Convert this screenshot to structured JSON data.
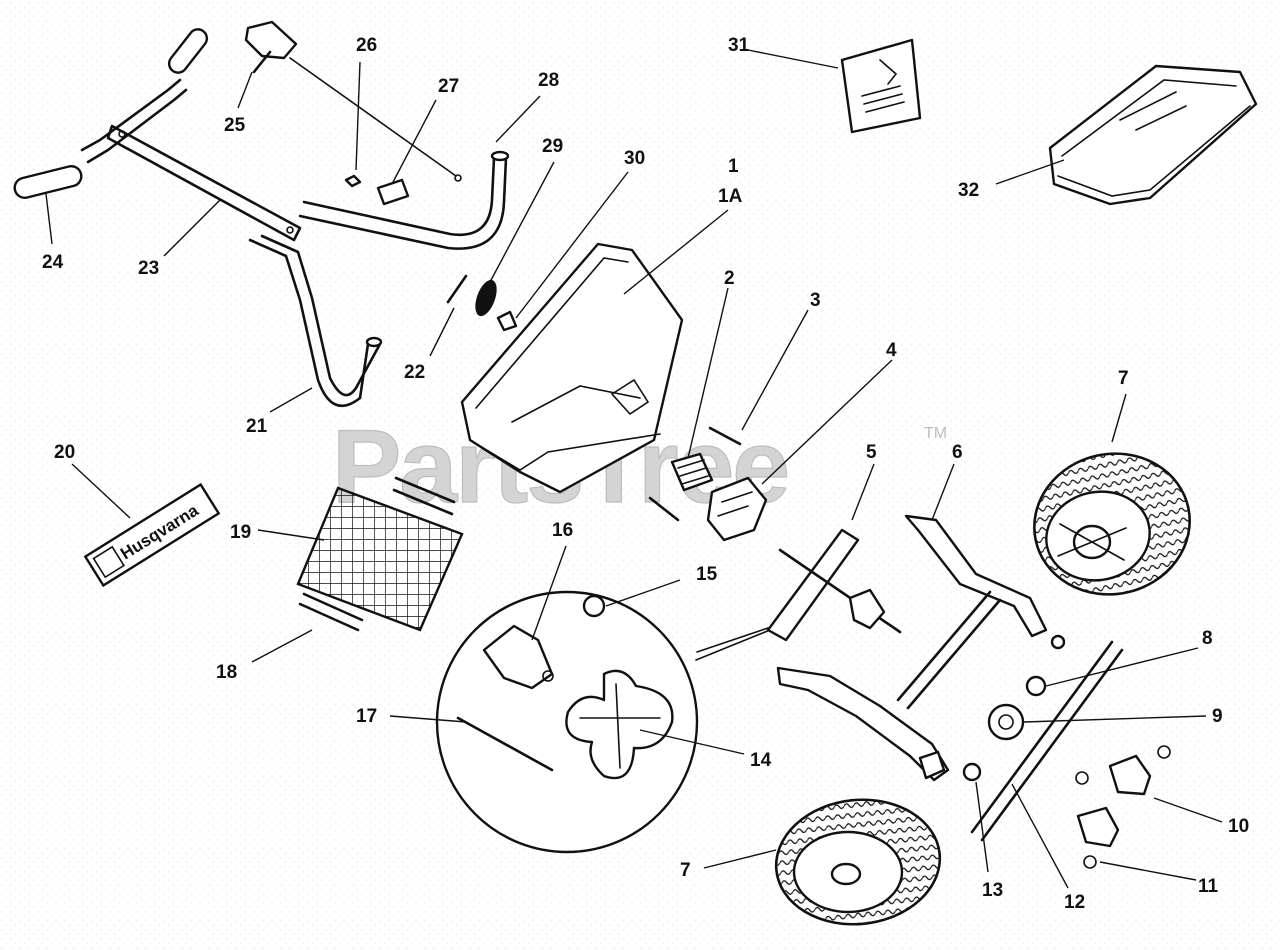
{
  "watermark": {
    "text": "PartsTree",
    "trademark": "TM"
  },
  "decal_text": "Husqvarna",
  "labels": {
    "p1": "1",
    "p1a": "1A",
    "p2": "2",
    "p3": "3",
    "p4": "4",
    "p5": "5",
    "p6": "6",
    "p7a": "7",
    "p7b": "7",
    "p8": "8",
    "p9": "9",
    "p10": "10",
    "p11": "11",
    "p12": "12",
    "p13": "13",
    "p14": "14",
    "p15": "15",
    "p16": "16",
    "p17": "17",
    "p18": "18",
    "p19": "19",
    "p20": "20",
    "p21": "21",
    "p22": "22",
    "p23": "23",
    "p24": "24",
    "p25": "25",
    "p26": "26",
    "p27": "27",
    "p28": "28",
    "p29": "29",
    "p30": "30",
    "p31": "31",
    "p32": "32"
  }
}
